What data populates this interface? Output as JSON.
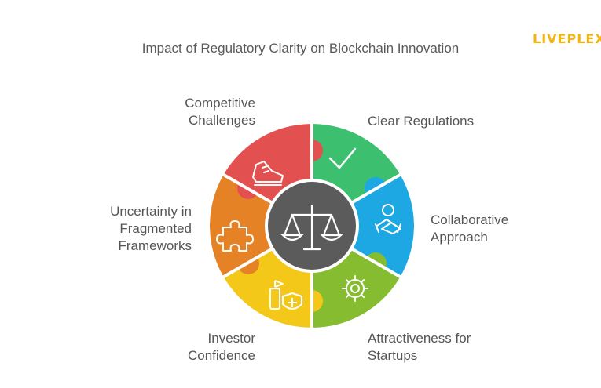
{
  "title": "Impact of Regulatory Clarity on Blockchain Innovation",
  "logo_text": "LIVEPLEX",
  "segments": [
    {
      "label_line1": "Clear Regulations",
      "label_line2": "",
      "color": "#3cc06f",
      "icon": "checkmark-icon"
    },
    {
      "label_line1": "Collaborative",
      "label_line2": "Approach",
      "color": "#1da7e3",
      "icon": "handshake-icon"
    },
    {
      "label_line1": "Attractiveness for",
      "label_line2": "Startups",
      "color": "#86bc30",
      "icon": "gear-bulb-icon"
    },
    {
      "label_line1": "Investor",
      "label_line2": "Confidence",
      "color": "#f3c818",
      "icon": "investor-shield-icon"
    },
    {
      "label_line1": "Uncertainty in",
      "label_line2": "Fragmented",
      "label_line3": "Frameworks",
      "color": "#e58226",
      "icon": "puzzle-piece-icon"
    },
    {
      "label_line1": "Competitive",
      "label_line2": "Challenges",
      "color": "#e35050",
      "icon": "running-shoe-icon"
    }
  ],
  "center": {
    "color": "#5b5b5b",
    "icon": "balance-scale-icon"
  }
}
